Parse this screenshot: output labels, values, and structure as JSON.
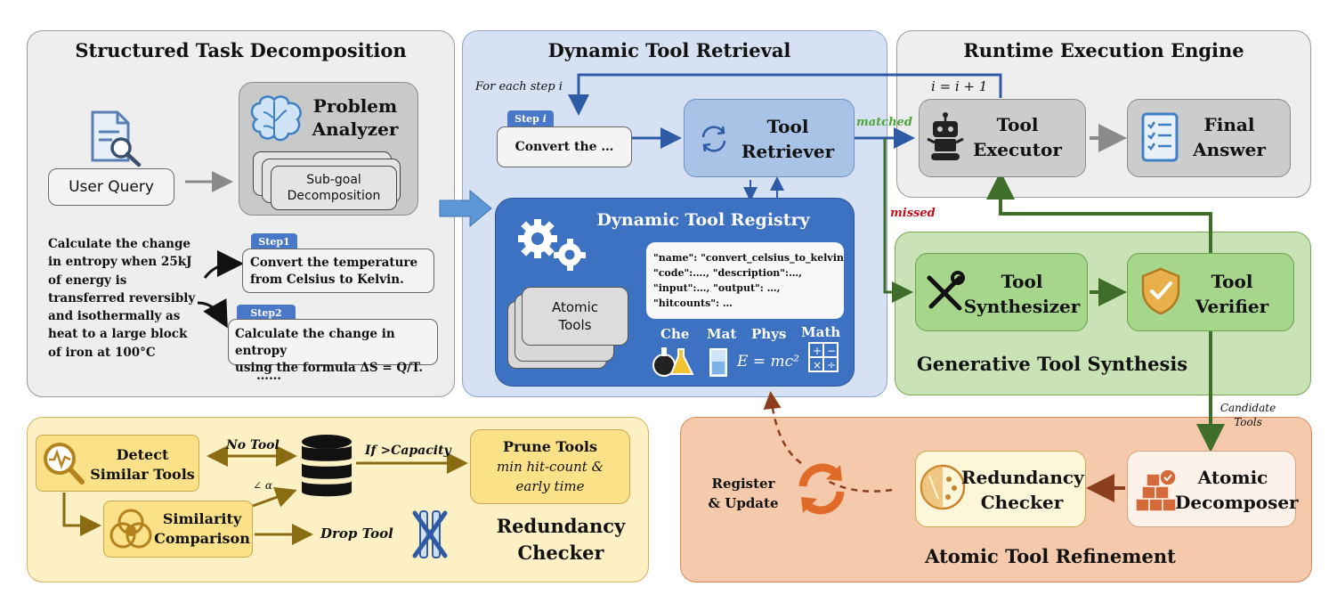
{
  "panels": {
    "decomposition": "Structured Task Decomposition",
    "retrieval": "Dynamic Tool Retrieval",
    "runtime": "Runtime Execution Engine",
    "synthesis": "Generative Tool Synthesis",
    "refinement": "Atomic Tool Refinement",
    "redundancy": "Redundancy Checker"
  },
  "decomposition": {
    "user_query": "User Query",
    "analyzer_line1": "Problem",
    "analyzer_line2": "Analyzer",
    "subgoal_line1": "Sub-goal",
    "subgoal_line2": "Decomposition",
    "question": [
      "Calculate the change",
      "in entropy when 25kJ",
      "of energy is",
      "transferred reversibly",
      "and  isothermally as",
      "heat to a large block",
      "of   iron at 100°C"
    ],
    "step1_tag": "Step1",
    "step1_text": [
      "Convert the temperature",
      "from Celsius to Kelvin."
    ],
    "step2_tag": "Step2",
    "step2_text": [
      "Calculate the change in entropy",
      "using the formula ΔS = Q/T."
    ],
    "ellipsis": "……"
  },
  "retrieval": {
    "for_each": "For each step i",
    "step_tag": "Step ",
    "step_tag_var": "i",
    "step_text": "Convert the …",
    "retriever_line1": "Tool",
    "retriever_line2": "Retriever",
    "registry_title": "Dynamic Tool Registry",
    "atomic_line1": "Atomic",
    "atomic_line2": "Tools",
    "json_lines": [
      "\"name\": \"convert_celsius_to_kelvin\"",
      "\"code\":…., \"description\":…,",
      "\"input\":…, \"output\": …,",
      "\"hitcounts\": …"
    ],
    "domains": [
      "Che",
      "Mat",
      "Phys",
      "Math"
    ],
    "formula": "E = mc²"
  },
  "runtime": {
    "increment": "i = i + 1",
    "executor_line1": "Tool",
    "executor_line2": "Executor",
    "final_line1": "Final",
    "final_line2": "Answer"
  },
  "edges": {
    "matched": "matched",
    "missed": "missed",
    "candidate_line1": "Candidate",
    "candidate_line2": "Tools",
    "register_line1": "Register",
    "register_line2": "& Update",
    "no_tool": "No Tool",
    "if_capacity": "If >Capacity",
    "angle": "∠ α",
    "drop_tool": "Drop Tool"
  },
  "synthesis": {
    "synth_line1": "Tool",
    "synth_line2": "Synthesizer",
    "verifier_line1": "Tool",
    "verifier_line2": "Verifier"
  },
  "refinement": {
    "checker_line1": "Redundancy",
    "checker_line2": "Checker",
    "decomposer_line1": "Atomic",
    "decomposer_line2": "Decomposer"
  },
  "redundancy": {
    "title_line1": "Redundancy",
    "title_line2": "Checker",
    "detect_line1": "Detect",
    "detect_line2": "Similar Tools",
    "similarity_line1": "Similarity",
    "similarity_line2": "Comparison",
    "prune_title": "Prune Tools",
    "prune_line1": "min hit-count &",
    "prune_line2": "early time"
  },
  "colors": {
    "blue_arrow": "#2f5aa6",
    "green_arrow": "#3f6e2a",
    "brown_arrow": "#8a3e1d",
    "gold_arrow": "#8a6d12",
    "missed_red": "#c0101a",
    "matched_green": "#4fa43a"
  }
}
